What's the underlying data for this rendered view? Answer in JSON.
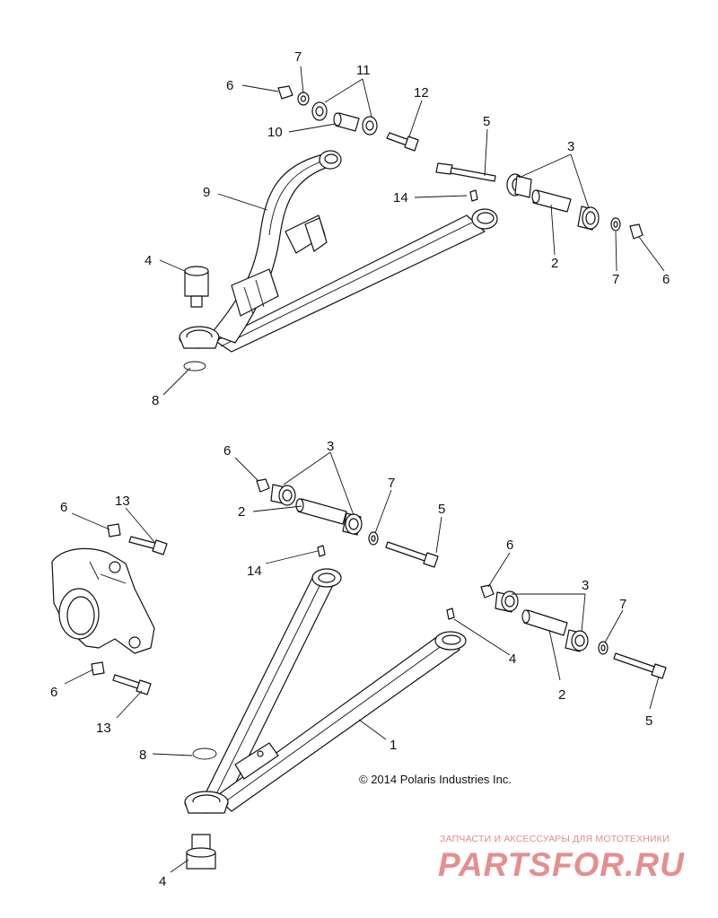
{
  "callouts": {
    "top": [
      "7",
      "6",
      "11",
      "10",
      "12",
      "5",
      "3",
      "9",
      "14",
      "4",
      "2",
      "7",
      "6",
      "8"
    ],
    "bottom": [
      "6",
      "3",
      "7",
      "2",
      "5",
      "6",
      "13",
      "14",
      "6",
      "3",
      "7",
      "4",
      "6",
      "13",
      "2",
      "5",
      "1",
      "8",
      "4"
    ]
  },
  "copyright": "© 2014 Polaris Industries Inc.",
  "watermark": {
    "tagline": "ЗАПЧАСТИ И АКСЕССУАРЫ ДЛЯ МОТОТЕХНИКИ",
    "logo": "PARTSFOR.RU"
  },
  "colors": {
    "line": "#111111",
    "watermark": "#e58e8e"
  }
}
